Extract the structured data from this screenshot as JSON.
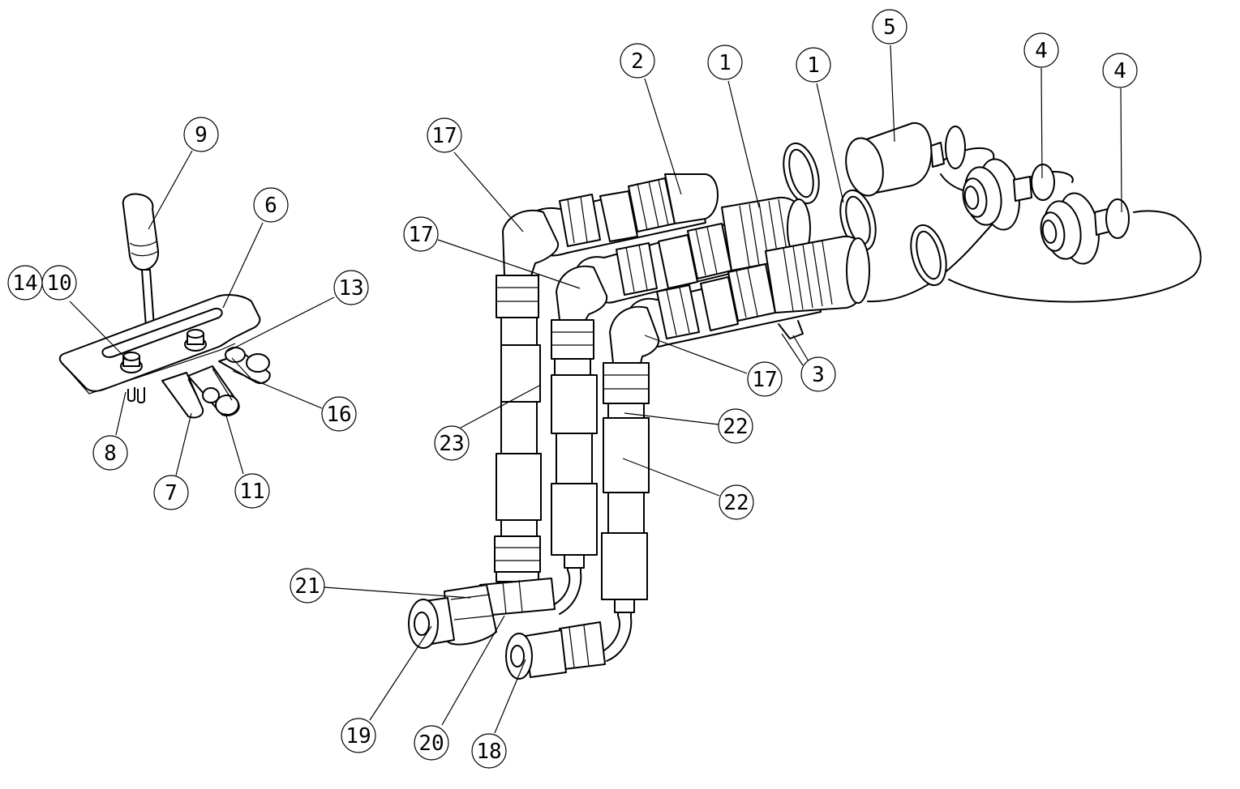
{
  "callouts": [
    {
      "id": "c9",
      "label": "9"
    },
    {
      "id": "c6",
      "label": "6"
    },
    {
      "id": "c14",
      "label": "14"
    },
    {
      "id": "c10",
      "label": "10"
    },
    {
      "id": "c13",
      "label": "13"
    },
    {
      "id": "c16",
      "label": "16"
    },
    {
      "id": "c8",
      "label": "8"
    },
    {
      "id": "c7",
      "label": "7"
    },
    {
      "id": "c11",
      "label": "11"
    },
    {
      "id": "c17a",
      "label": "17"
    },
    {
      "id": "c17b",
      "label": "17"
    },
    {
      "id": "c17c",
      "label": "17"
    },
    {
      "id": "c2",
      "label": "2"
    },
    {
      "id": "c1a",
      "label": "1"
    },
    {
      "id": "c1b",
      "label": "1"
    },
    {
      "id": "c5",
      "label": "5"
    },
    {
      "id": "c4a",
      "label": "4"
    },
    {
      "id": "c4b",
      "label": "4"
    },
    {
      "id": "c3",
      "label": "3"
    },
    {
      "id": "c22a",
      "label": "22"
    },
    {
      "id": "c22b",
      "label": "22"
    },
    {
      "id": "c23",
      "label": "23"
    },
    {
      "id": "c21",
      "label": "21"
    },
    {
      "id": "c19",
      "label": "19"
    },
    {
      "id": "c20",
      "label": "20"
    },
    {
      "id": "c18",
      "label": "18"
    }
  ]
}
